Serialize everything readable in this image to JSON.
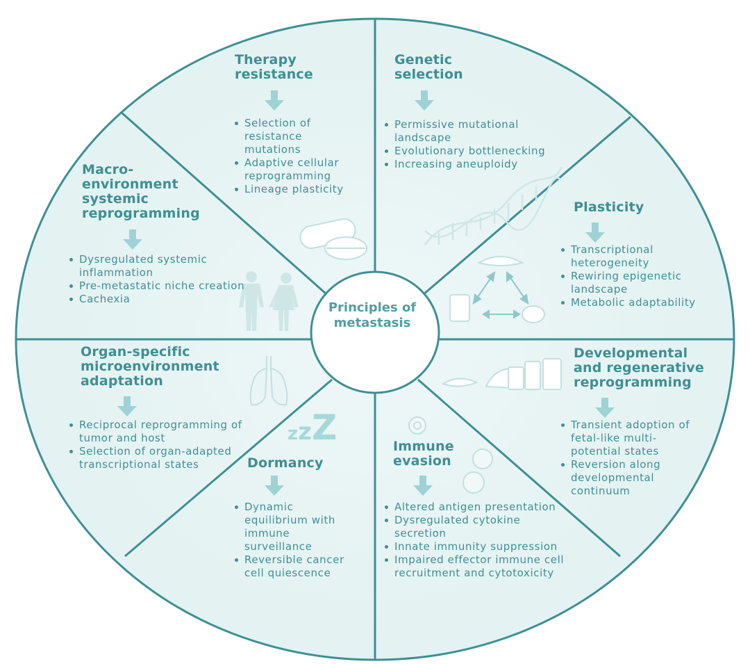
{
  "center": {
    "line1": "Principles of",
    "line2": "metastasis"
  },
  "sectors": {
    "therapy": {
      "title_line1": "Therapy",
      "title_line2": "resistance",
      "items": [
        "Selection of resistance mutations",
        "Adaptive cellular reprogramming",
        "Lineage plasticity"
      ]
    },
    "genetic": {
      "title_line1": "Genetic",
      "title_line2": "selection",
      "items": [
        "Permissive mutational landscape",
        "Evolutionary bottlenecking",
        "Increasing aneuploidy"
      ]
    },
    "plasticity": {
      "title_line1": "Plasticity",
      "items": [
        "Transcriptional heterogeneity",
        "Rewiring epigenetic landscape",
        "Metabolic adaptability"
      ]
    },
    "developmental": {
      "title_line1": "Developmental",
      "title_line2": "and regenerative",
      "title_line3": "reprogramming",
      "items": [
        "Transient adoption of fetal-like multi-potential states",
        "Reversion along developmental continuum"
      ]
    },
    "immune": {
      "title_line1": "Immune",
      "title_line2": "evasion",
      "items": [
        "Altered antigen presentation",
        "Dysregulated cytokine secretion",
        "Innate immunity suppression",
        "Impaired effector immune cell recruitment and cytotoxicity"
      ]
    },
    "dormancy": {
      "title_line1": "Dormancy",
      "items": [
        "Dynamic equilibrium with immune surveillance",
        "Reversible cancer cell quiescence"
      ]
    },
    "organ": {
      "title_line1": "Organ-specific",
      "title_line2": "microenvironment",
      "title_line3": "adaptation",
      "items": [
        "Reciprocal reprogramming of tumor and host",
        "Selection of organ-adapted transcriptional states"
      ]
    },
    "macro": {
      "title_line1": "Macro-",
      "title_line2": "environment",
      "title_line3": "systemic",
      "title_line4": "reprogramming",
      "items": [
        "Dysregulated systemic inflammation",
        "Pre-metastatic niche creation",
        "Cachexia"
      ]
    }
  },
  "dormancy_glyph": "zzZ",
  "colors": {
    "wheel_fill": "#e6f3f3",
    "wheel_stroke": "#3d8f93",
    "text": "#3d8f93",
    "arrow": "#9fd2d4",
    "icon": "#cde6e7"
  }
}
